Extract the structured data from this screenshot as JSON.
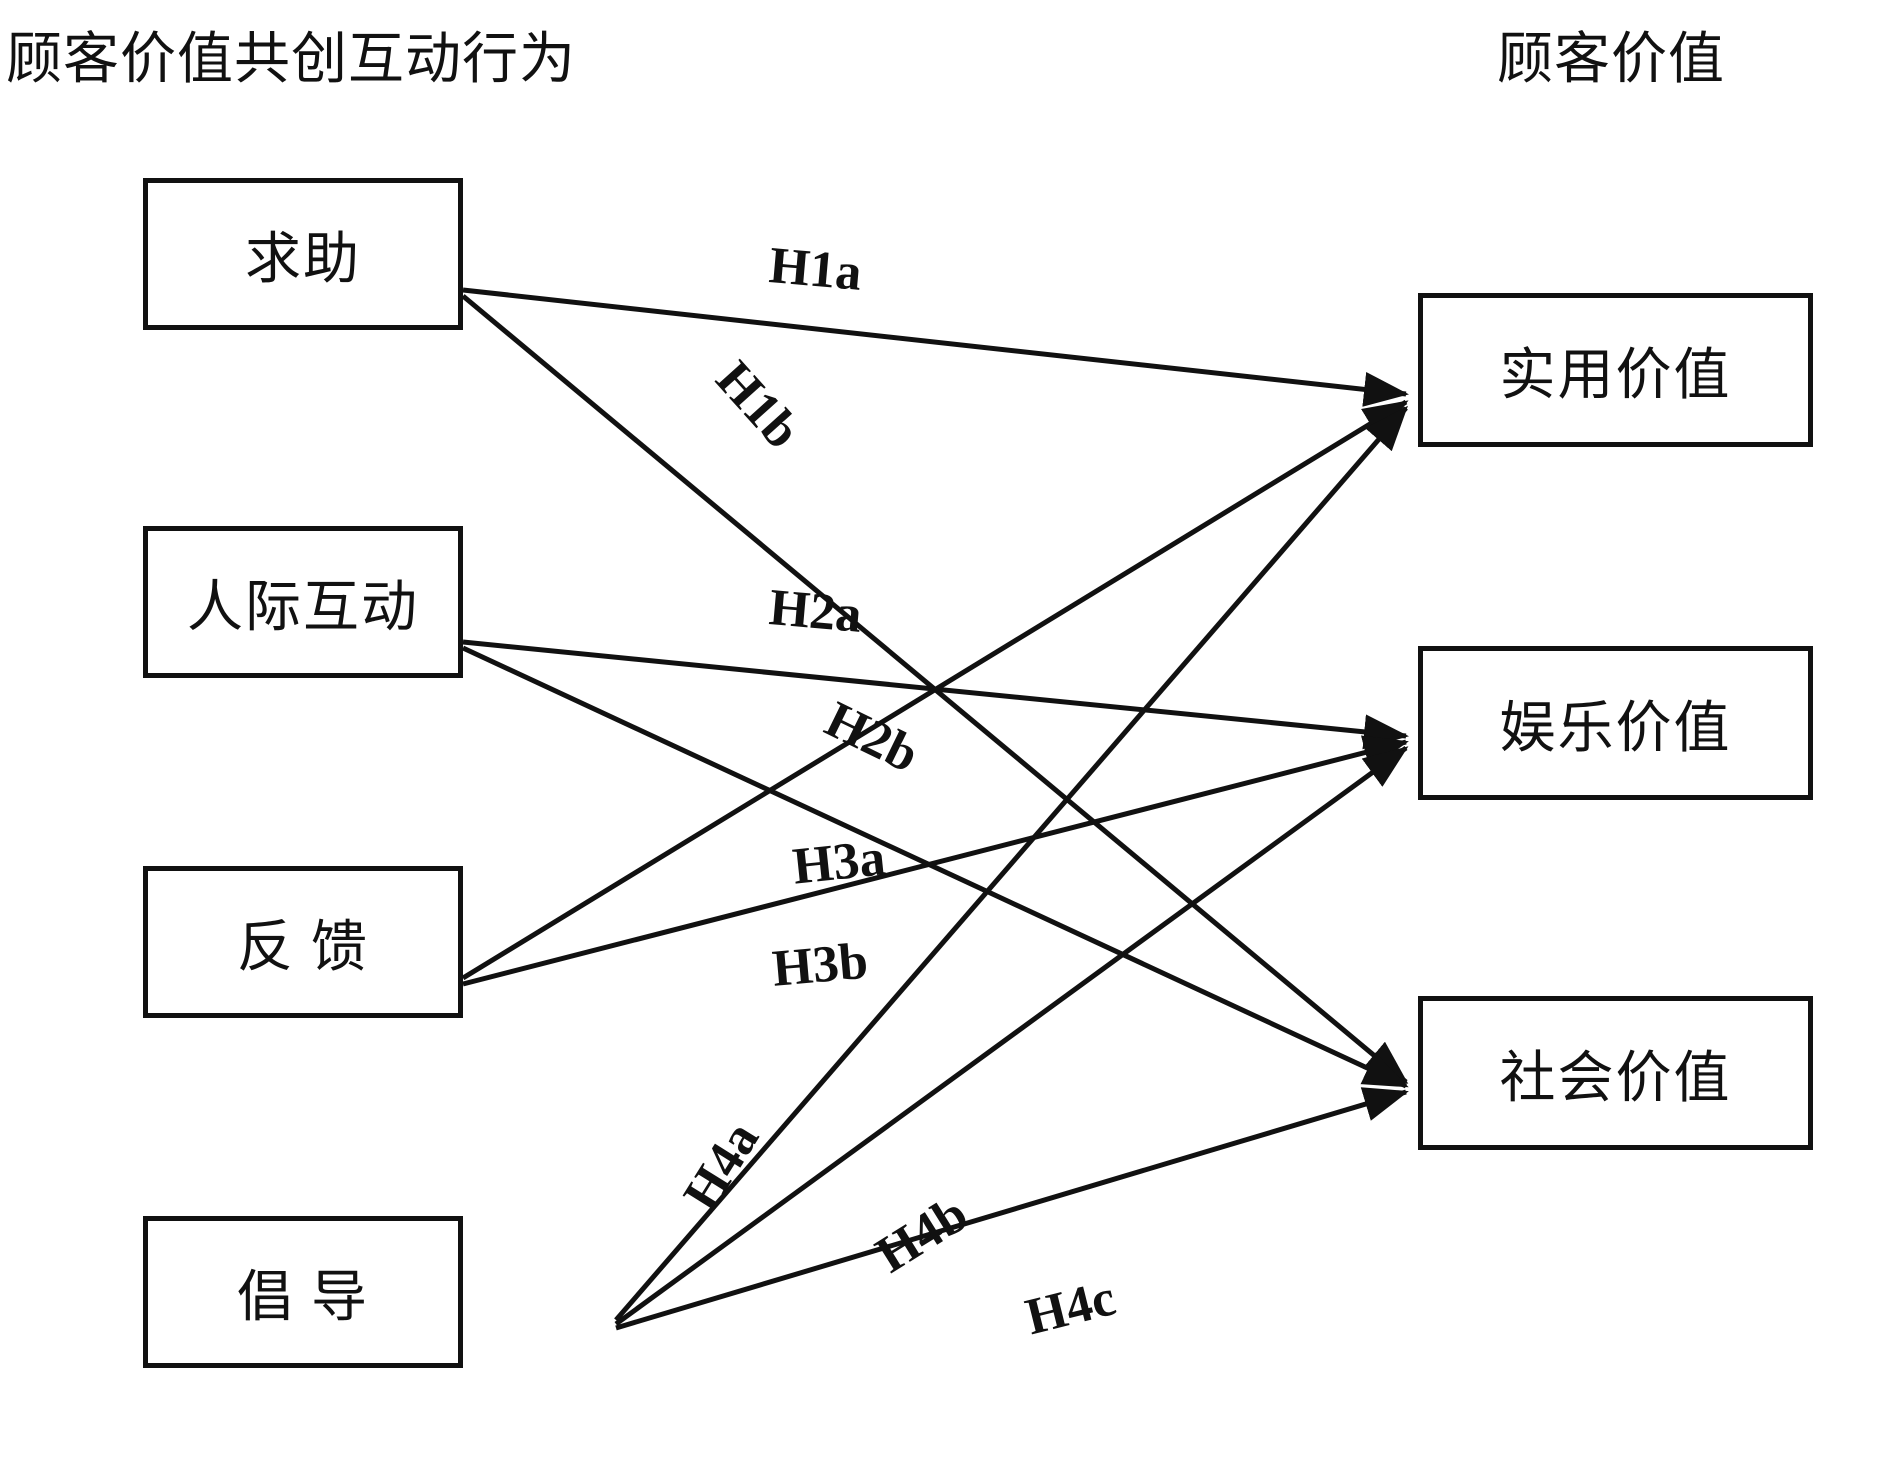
{
  "diagram": {
    "title_left": "顾客价值共创互动行为",
    "title_right": "顾客价值",
    "type": "conceptual-model",
    "line_color": "#111111",
    "background_color": "#ffffff"
  },
  "antecedents": [
    {
      "id": "qiuzhu",
      "label": "求助"
    },
    {
      "id": "renji",
      "label": "人际互动"
    },
    {
      "id": "fankui",
      "label": "反 馈"
    },
    {
      "id": "changdao",
      "label": "倡 导"
    }
  ],
  "outcomes": [
    {
      "id": "shiyong",
      "label": "实用价值"
    },
    {
      "id": "yule",
      "label": "娱乐价值"
    },
    {
      "id": "shehui",
      "label": "社会价值"
    }
  ],
  "hypotheses": [
    {
      "id": "H1a",
      "label": "H1a",
      "from": "qiuzhu",
      "to": "shiyong"
    },
    {
      "id": "H1b",
      "label": "H1b",
      "from": "qiuzhu",
      "to": "shehui"
    },
    {
      "id": "H2a",
      "label": "H2a",
      "from": "renji",
      "to": "yule"
    },
    {
      "id": "H2b",
      "label": "H2b",
      "from": "renji",
      "to": "shehui"
    },
    {
      "id": "H3a",
      "label": "H3a",
      "from": "fankui",
      "to": "shiyong"
    },
    {
      "id": "H3b",
      "label": "H3b",
      "from": "fankui",
      "to": "shehui"
    },
    {
      "id": "H4a",
      "label": "H4a",
      "from": "changdao",
      "to": "shiyong"
    },
    {
      "id": "H4b",
      "label": "H4b",
      "from": "changdao",
      "to": "yule"
    },
    {
      "id": "H4c",
      "label": "H4c",
      "from": "changdao",
      "to": "shehui"
    }
  ]
}
